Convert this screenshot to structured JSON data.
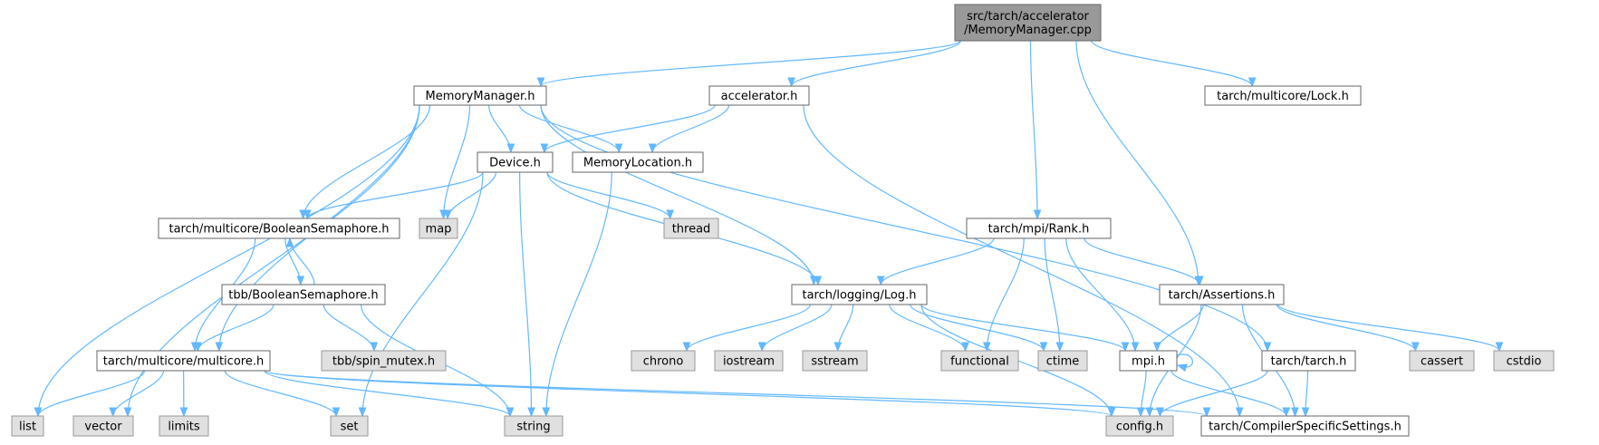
{
  "diagram": {
    "title": "",
    "nodes": [
      {
        "id": "root",
        "label_lines": [
          "src/tarch/accelerator",
          "/MemoryManager.cpp"
        ],
        "kind": "root"
      },
      {
        "id": "mm_h",
        "label_lines": [
          "MemoryManager.h"
        ],
        "kind": "normal"
      },
      {
        "id": "acc_h",
        "label_lines": [
          "accelerator.h"
        ],
        "kind": "normal"
      },
      {
        "id": "lock_h",
        "label_lines": [
          "tarch/multicore/Lock.h"
        ],
        "kind": "normal"
      },
      {
        "id": "device_h",
        "label_lines": [
          "Device.h"
        ],
        "kind": "normal"
      },
      {
        "id": "memloc_h",
        "label_lines": [
          "MemoryLocation.h"
        ],
        "kind": "normal"
      },
      {
        "id": "boolsem_h",
        "label_lines": [
          "tarch/multicore/BooleanSemaphore.h"
        ],
        "kind": "normal"
      },
      {
        "id": "map",
        "label_lines": [
          "map"
        ],
        "kind": "sys"
      },
      {
        "id": "thread",
        "label_lines": [
          "thread"
        ],
        "kind": "sys"
      },
      {
        "id": "rank_h",
        "label_lines": [
          "tarch/mpi/Rank.h"
        ],
        "kind": "normal"
      },
      {
        "id": "tbbsem_h",
        "label_lines": [
          "tbb/BooleanSemaphore.h"
        ],
        "kind": "normal"
      },
      {
        "id": "log_h",
        "label_lines": [
          "tarch/logging/Log.h"
        ],
        "kind": "normal"
      },
      {
        "id": "assert_h",
        "label_lines": [
          "tarch/Assertions.h"
        ],
        "kind": "normal"
      },
      {
        "id": "multicore_h",
        "label_lines": [
          "tarch/multicore/multicore.h"
        ],
        "kind": "normal"
      },
      {
        "id": "spin",
        "label_lines": [
          "tbb/spin_mutex.h"
        ],
        "kind": "sys"
      },
      {
        "id": "chrono",
        "label_lines": [
          "chrono"
        ],
        "kind": "sys"
      },
      {
        "id": "iostream",
        "label_lines": [
          "iostream"
        ],
        "kind": "sys"
      },
      {
        "id": "sstream",
        "label_lines": [
          "sstream"
        ],
        "kind": "sys"
      },
      {
        "id": "functional",
        "label_lines": [
          "functional"
        ],
        "kind": "sys"
      },
      {
        "id": "ctime",
        "label_lines": [
          "ctime"
        ],
        "kind": "sys"
      },
      {
        "id": "mpi_h",
        "label_lines": [
          "mpi.h"
        ],
        "kind": "normal"
      },
      {
        "id": "tarch_h",
        "label_lines": [
          "tarch/tarch.h"
        ],
        "kind": "normal"
      },
      {
        "id": "cassert",
        "label_lines": [
          "cassert"
        ],
        "kind": "sys"
      },
      {
        "id": "cstdio",
        "label_lines": [
          "cstdio"
        ],
        "kind": "sys"
      },
      {
        "id": "list",
        "label_lines": [
          "list"
        ],
        "kind": "sys"
      },
      {
        "id": "vector",
        "label_lines": [
          "vector"
        ],
        "kind": "sys"
      },
      {
        "id": "limits",
        "label_lines": [
          "limits"
        ],
        "kind": "sys"
      },
      {
        "id": "set",
        "label_lines": [
          "set"
        ],
        "kind": "sys"
      },
      {
        "id": "string",
        "label_lines": [
          "string"
        ],
        "kind": "sys"
      },
      {
        "id": "config_h",
        "label_lines": [
          "config.h"
        ],
        "kind": "sys"
      },
      {
        "id": "css_h",
        "label_lines": [
          "tarch/CompilerSpecificSettings.h"
        ],
        "kind": "normal"
      }
    ],
    "edges": [
      [
        "root",
        "mm_h"
      ],
      [
        "root",
        "acc_h"
      ],
      [
        "root",
        "lock_h"
      ],
      [
        "root",
        "rank_h"
      ],
      [
        "root",
        "assert_h"
      ],
      [
        "mm_h",
        "device_h"
      ],
      [
        "mm_h",
        "memloc_h"
      ],
      [
        "mm_h",
        "boolsem_h"
      ],
      [
        "mm_h",
        "map"
      ],
      [
        "mm_h",
        "log_h"
      ],
      [
        "mm_h",
        "tarch_h"
      ],
      [
        "mm_h",
        "multicore_h"
      ],
      [
        "mm_h",
        "list"
      ],
      [
        "mm_h",
        "vector"
      ],
      [
        "acc_h",
        "device_h"
      ],
      [
        "acc_h",
        "memloc_h"
      ],
      [
        "acc_h",
        "css_h"
      ],
      [
        "device_h",
        "boolsem_h"
      ],
      [
        "device_h",
        "map"
      ],
      [
        "device_h",
        "thread"
      ],
      [
        "device_h",
        "log_h"
      ],
      [
        "device_h",
        "set"
      ],
      [
        "device_h",
        "string"
      ],
      [
        "memloc_h",
        "string"
      ],
      [
        "boolsem_h",
        "tbbsem_h"
      ],
      [
        "boolsem_h",
        "multicore_h"
      ],
      [
        "tbbsem_h",
        "boolsem_h"
      ],
      [
        "tbbsem_h",
        "multicore_h"
      ],
      [
        "tbbsem_h",
        "spin"
      ],
      [
        "tbbsem_h",
        "string"
      ],
      [
        "rank_h",
        "log_h"
      ],
      [
        "rank_h",
        "assert_h"
      ],
      [
        "rank_h",
        "functional"
      ],
      [
        "rank_h",
        "ctime"
      ],
      [
        "rank_h",
        "mpi_h"
      ],
      [
        "log_h",
        "chrono"
      ],
      [
        "log_h",
        "iostream"
      ],
      [
        "log_h",
        "sstream"
      ],
      [
        "log_h",
        "functional"
      ],
      [
        "log_h",
        "ctime"
      ],
      [
        "log_h",
        "mpi_h"
      ],
      [
        "log_h",
        "config_h"
      ],
      [
        "assert_h",
        "mpi_h"
      ],
      [
        "assert_h",
        "cassert"
      ],
      [
        "assert_h",
        "cstdio"
      ],
      [
        "assert_h",
        "config_h"
      ],
      [
        "assert_h",
        "css_h"
      ],
      [
        "multicore_h",
        "list"
      ],
      [
        "multicore_h",
        "vector"
      ],
      [
        "multicore_h",
        "limits"
      ],
      [
        "multicore_h",
        "set"
      ],
      [
        "multicore_h",
        "string"
      ],
      [
        "multicore_h",
        "config_h"
      ],
      [
        "multicore_h",
        "css_h"
      ],
      [
        "mpi_h",
        "mpi_h"
      ],
      [
        "mpi_h",
        "config_h"
      ],
      [
        "mpi_h",
        "css_h"
      ],
      [
        "tarch_h",
        "config_h"
      ],
      [
        "tarch_h",
        "css_h"
      ]
    ]
  }
}
